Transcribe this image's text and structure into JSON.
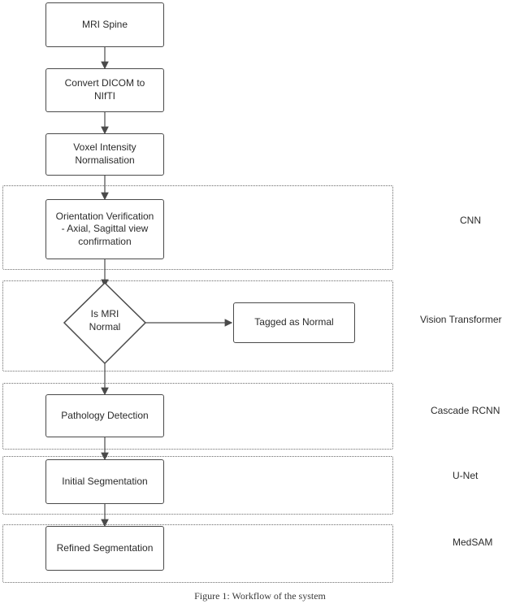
{
  "nodes": {
    "mri_spine": "MRI Spine",
    "convert_dicom": "Convert DICOM to\nNIfTI",
    "voxel_norm": "Voxel Intensity\nNormalisation",
    "orientation": "Orientation Verification\n- Axial, Sagittal view\nconfirmation",
    "is_normal": "Is MRI\nNormal",
    "tagged_normal": "Tagged as Normal",
    "pathology": "Pathology Detection",
    "initial_seg": "Initial Segmentation",
    "refined_seg": "Refined Segmentation"
  },
  "stage_labels": {
    "cnn": "CNN",
    "vit": "Vision Transformer",
    "cascade": "Cascade RCNN",
    "unet": "U-Net",
    "medsam": "MedSAM"
  },
  "caption": "Figure 1: Workflow of the system"
}
